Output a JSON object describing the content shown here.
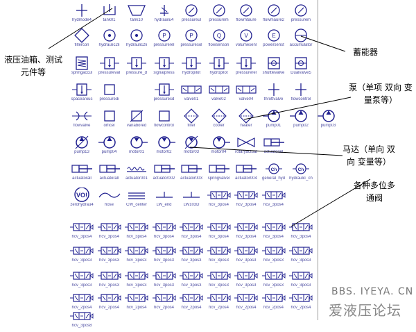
{
  "callouts": {
    "tank_tools": [
      "液压油箱、测试",
      "元件等"
    ],
    "accumulator": [
      "蓄能器"
    ],
    "pump": [
      "泵（单项 双向 变",
      "量泵等）"
    ],
    "motor": [
      "马达（单向 双",
      "向 变量等）"
    ],
    "valves": [
      "各种多位多",
      "通阀"
    ]
  },
  "watermark": {
    "line1": "BBS. IYEYA. CN",
    "line2": "爱液压论坛"
  },
  "palette": {
    "rows": [
      [
        {
          "label": "hydmode4",
          "icon": "cross-icon"
        },
        {
          "label": "tank01",
          "icon": "tank-open-icon"
        },
        {
          "label": "tank10",
          "icon": "tank-trap-icon"
        },
        {
          "label": "hydrauilu4",
          "icon": "star-icon"
        },
        {
          "label": "pressureul",
          "icon": "gauge-icon"
        },
        {
          "label": "pressurem",
          "icon": "gauge-icon"
        },
        {
          "label": "flowmtaure",
          "icon": "gauge-icon"
        },
        {
          "label": "flowmaure2",
          "icon": "gauge-icon"
        },
        {
          "label": "pressurem",
          "icon": "gauge-icon"
        }
      ],
      [
        {
          "label": "filtercon",
          "icon": "filter-icon"
        },
        {
          "label": "hydraulic2li",
          "icon": "circle-port-icon"
        },
        {
          "label": "hydraulic2li",
          "icon": "circle-port-icon"
        },
        {
          "label": "pressurerel",
          "icon": "p-gauge-icon"
        },
        {
          "label": "pressuresol",
          "icon": "p-gauge-icon"
        },
        {
          "label": "flowsensori",
          "icon": "q-gauge-icon"
        },
        {
          "label": "volumesenl",
          "icon": "v-gauge-icon"
        },
        {
          "label": "powersenst",
          "icon": "e-gauge-icon"
        },
        {
          "label": "accumulator",
          "icon": "accumulator-icon"
        }
      ],
      [
        {
          "label": "springaccul",
          "icon": "spring-icon"
        },
        {
          "label": "pressureval",
          "icon": "valve-arrow-icon"
        },
        {
          "label": "pressure_d",
          "icon": "valve-arrow-icon"
        },
        {
          "label": "signalpress",
          "icon": "valve-arrow-icon"
        },
        {
          "label": "hydropilot",
          "icon": "valve-arrow-icon"
        },
        {
          "label": "hydropilot",
          "icon": "valve-arrow-icon"
        },
        {
          "label": "pressurerel",
          "icon": "valve-arrow-icon"
        },
        {
          "label": "shuttlevalve",
          "icon": "shuttle-icon"
        },
        {
          "label": "Dualvalve5",
          "icon": "shuttle-icon"
        }
      ],
      [
        {
          "label": "spacearous",
          "icon": "valve-arrow-icon"
        },
        {
          "label": "pressuredi",
          "icon": "box-icon"
        },
        {
          "label": "",
          "icon": "blank-icon"
        },
        {
          "label": "pressurecd",
          "icon": "valve-arrow-icon"
        },
        {
          "label": "valve01",
          "icon": "multi-valve-icon"
        },
        {
          "label": "valve02",
          "icon": "multi-valve-icon"
        },
        {
          "label": "valve04",
          "icon": "multi-valve-icon"
        },
        {
          "label": "throttvalve",
          "icon": "cross-icon"
        },
        {
          "label": "flowcontrol",
          "icon": "cross-icon"
        }
      ],
      [
        {
          "label": "flowvalve",
          "icon": "throttle-icon"
        },
        {
          "label": "orficel",
          "icon": "box-icon"
        },
        {
          "label": "variabored",
          "icon": "variable-icon"
        },
        {
          "label": "flowcontrol",
          "icon": "box-icon"
        },
        {
          "label": "filter",
          "icon": "diamond-icon"
        },
        {
          "label": "cooler",
          "icon": "diamond-icon"
        },
        {
          "label": "heater",
          "icon": "diamond-icon"
        },
        {
          "label": "pump01",
          "icon": "pump-icon"
        },
        {
          "label": "pump02",
          "icon": "pump-icon"
        },
        {
          "label": "pump03",
          "icon": "pump-icon"
        }
      ],
      [
        {
          "label": "pump13",
          "icon": "pump-var-icon"
        },
        {
          "label": "pump04",
          "icon": "pump-icon"
        },
        {
          "label": "motor01",
          "icon": "motor-icon"
        },
        {
          "label": "motor02",
          "icon": "motor-icon"
        },
        {
          "label": "motor03",
          "icon": "motor-var-icon"
        },
        {
          "label": "motor04",
          "icon": "motor-icon"
        },
        {
          "label": "rotaryactuat",
          "icon": "bowtie-icon"
        },
        {
          "label": "actuatorall",
          "icon": "cylinder-icon"
        }
      ],
      [
        {
          "label": "actuatorall",
          "icon": "cylinder-icon"
        },
        {
          "label": "actuatorall",
          "icon": "cylinder-icon"
        },
        {
          "label": "actuator001",
          "icon": "spring-bar-icon"
        },
        {
          "label": "actuator002",
          "icon": "cylinder-icon"
        },
        {
          "label": "actuator003",
          "icon": "cylinder-icon"
        },
        {
          "label": "springvalvel",
          "icon": "cylinder-icon"
        },
        {
          "label": "actuator004",
          "icon": "cylinder-icon"
        },
        {
          "label": "general_hyd",
          "icon": "ch-icon"
        },
        {
          "label": "hydraulic_ch",
          "icon": "ch-icon"
        }
      ],
      [
        {
          "label": "zerohydrau4",
          "icon": "vo-icon"
        },
        {
          "label": "hose",
          "icon": "hose-icon"
        },
        {
          "label": "CW_center",
          "icon": "lines-icon"
        },
        {
          "label": "LW_end",
          "icon": "end-icon"
        },
        {
          "label": "LW103D",
          "icon": "end-icon"
        },
        {
          "label": "hcv_3pos4",
          "icon": "dcv-icon"
        },
        {
          "label": "hcv_3pos4",
          "icon": "dcv-icon"
        },
        {
          "label": "hcv_3pos4",
          "icon": "dcv-icon"
        }
      ],
      [
        {
          "label": "hcv_3pos4",
          "icon": "dcv-icon"
        },
        {
          "label": "hcv_3pos4",
          "icon": "dcv-icon"
        },
        {
          "label": "hcv_3pos4",
          "icon": "dcv-icon"
        },
        {
          "label": "hcv_3pos4",
          "icon": "dcv-icon"
        },
        {
          "label": "hcv_3pos4",
          "icon": "dcv-icon"
        },
        {
          "label": "hcv_3pos4",
          "icon": "dcv-icon"
        },
        {
          "label": "hcv_3pos4",
          "icon": "dcv-icon"
        },
        {
          "label": "hcv_3pos4",
          "icon": "dcv-icon"
        },
        {
          "label": "hcv_3pos4",
          "icon": "dcv-icon"
        }
      ],
      [
        {
          "label": "hcv_3pos3",
          "icon": "dcv-icon"
        },
        {
          "label": "hcv_3pos3",
          "icon": "dcv-icon"
        },
        {
          "label": "hcv_3pos3",
          "icon": "dcv-icon"
        },
        {
          "label": "hcv_3pos3",
          "icon": "dcv-icon"
        },
        {
          "label": "hcv_3pos3",
          "icon": "dcv-icon"
        },
        {
          "label": "hcv_3pos3",
          "icon": "dcv-icon"
        },
        {
          "label": "hcv_3pos3",
          "icon": "dcv-icon"
        },
        {
          "label": "hcv_3pos3",
          "icon": "dcv-icon"
        },
        {
          "label": "hcv_3pos3",
          "icon": "dcv-icon"
        }
      ],
      [
        {
          "label": "hcv_3pos3",
          "icon": "dcv-icon"
        },
        {
          "label": "hcv_3pos3",
          "icon": "dcv-icon"
        },
        {
          "label": "hcv_3pos3",
          "icon": "dcv-icon"
        },
        {
          "label": "hcv_3pos3",
          "icon": "dcv-icon"
        },
        {
          "label": "hcv_3pos3",
          "icon": "dcv-icon"
        },
        {
          "label": "hcv_3pos3",
          "icon": "dcv-icon"
        },
        {
          "label": "hcv_3pos3",
          "icon": "dcv-icon"
        },
        {
          "label": "hcv_3pos3",
          "icon": "dcv-icon"
        },
        {
          "label": "hcv_3pos3",
          "icon": "dcv-icon"
        }
      ],
      [
        {
          "label": "hcv_2pos4",
          "icon": "dcv-icon"
        },
        {
          "label": "hcv_2pos4",
          "icon": "dcv-icon"
        },
        {
          "label": "hcv_2pos4",
          "icon": "dcv-icon"
        },
        {
          "label": "hcv_2pos4",
          "icon": "dcv-icon"
        },
        {
          "label": "hcv_2pos4",
          "icon": "dcv-icon"
        },
        {
          "label": "hcv_2pos4",
          "icon": "dcv-icon"
        },
        {
          "label": "hcv_2pos4",
          "icon": "dcv-icon"
        },
        {
          "label": "hcv_2pos4",
          "icon": "dcv-icon"
        },
        {
          "label": "hcv_2pos4",
          "icon": "dcv-icon"
        }
      ],
      [
        {
          "label": "hcv_3pos8",
          "icon": "dcv-icon"
        }
      ]
    ]
  },
  "colors": {
    "icon": "#1f1f8f",
    "label": "#4a4aa0",
    "callout": "#000000"
  }
}
